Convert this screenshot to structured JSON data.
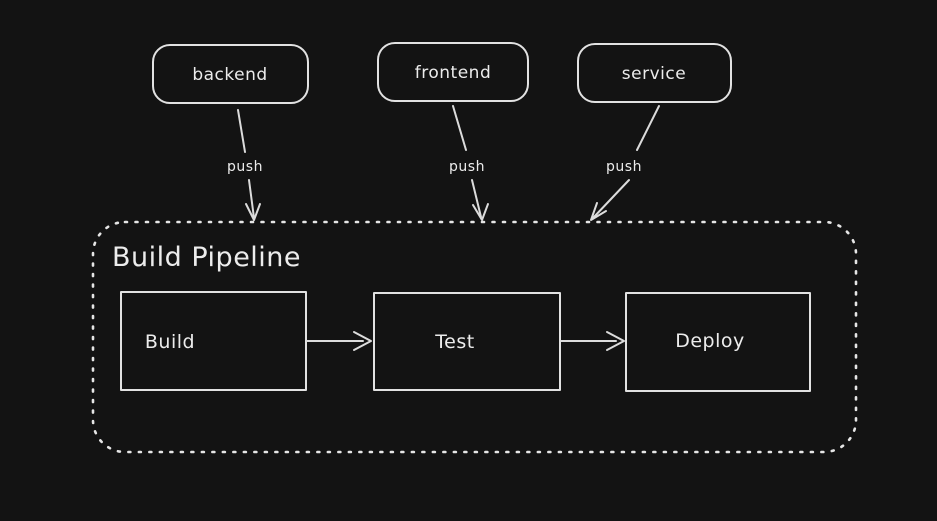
{
  "canvas": {
    "background": "#131313",
    "stroke_color": "#e2e2e2",
    "text_color": "#ececec"
  },
  "source_nodes": [
    {
      "label": "backend"
    },
    {
      "label": "frontend"
    },
    {
      "label": "service"
    }
  ],
  "push_edges": [
    {
      "label": "push"
    },
    {
      "label": "push"
    },
    {
      "label": "push"
    }
  ],
  "pipeline": {
    "title": "Build Pipeline",
    "stages": [
      {
        "label": "Build"
      },
      {
        "label": "Test"
      },
      {
        "label": "Deploy"
      }
    ]
  }
}
